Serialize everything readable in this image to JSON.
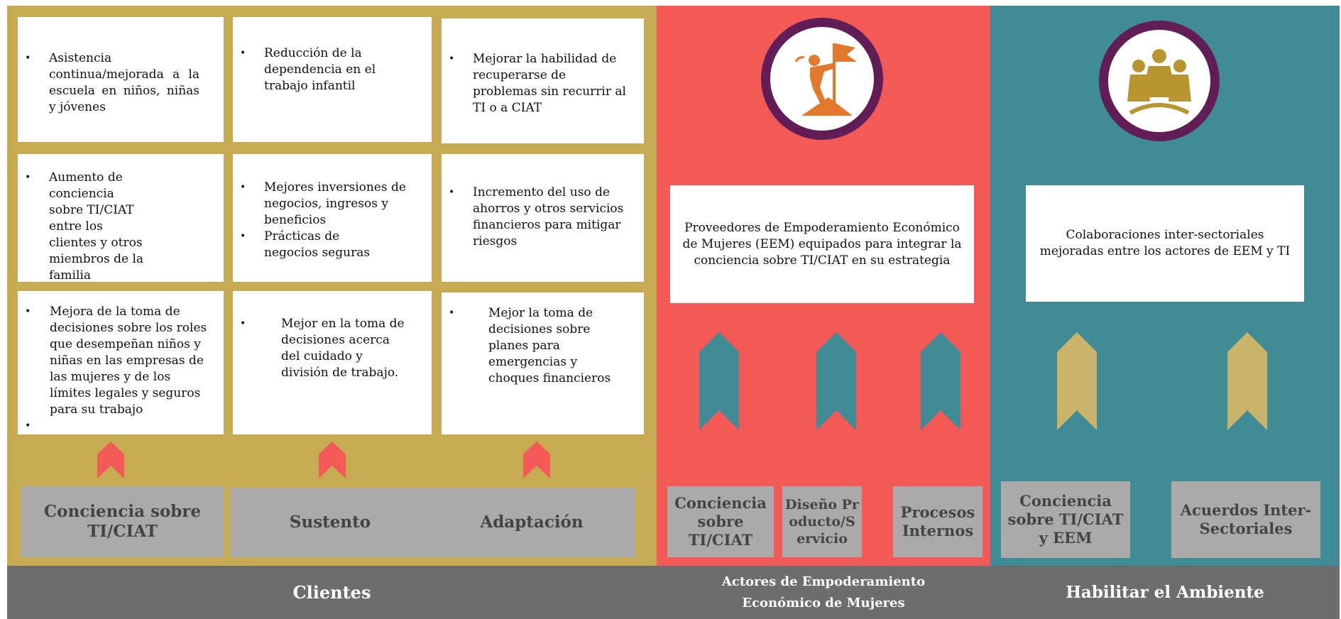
{
  "colors": {
    "clientes_bg": "#c6ab53",
    "actores_bg": "#f35a57",
    "ambiente_bg": "#3f8c97",
    "footer_bg": "#6d6d6d",
    "box_gray": "#aaaaaa",
    "circle_ring": "#611d55",
    "chevron_teal": "#3f8c97",
    "chevron_gold": "#c9b46a",
    "chevron_red": "#f35a57",
    "icon_orange": "#e1782c",
    "icon_gold": "#b8952e"
  },
  "clientes": {
    "footer": "Clientes",
    "boxes": [
      [
        "Asistencia continua/mejorada a la escuela en niños, niñas y jóvenes"
      ],
      [
        "Reducción de la dependencia en el trabajo infantil"
      ],
      [
        "Mejorar la habilidad de recuperarse de problemas sin recurrir al TI o a CIAT"
      ],
      [
        "Aumento de conciencia sobre TI/CIAT entre los clientes y otros miembros de la familia"
      ],
      [
        "Mejores inversiones de negocios, ingresos y beneficios",
        "Prácticas de negocios seguras"
      ],
      [
        "Incremento del uso de ahorros y otros servicios financieros para mitigar riesgos"
      ],
      [
        "Mejora de la toma de decisiones sobre los roles que desempeñan niños y niñas en las empresas de las mujeres y de los límites legales y seguros para su trabajo",
        ""
      ],
      [
        "Mejor en la toma de decisiones acerca del cuidado y división de trabajo."
      ],
      [
        "Mejor la toma de decisiones sobre planes para emergencias y choques financieros"
      ]
    ],
    "categories": [
      "Conciencia sobre TI/CIAT",
      "Sustento",
      "Adaptación"
    ]
  },
  "actores": {
    "footer": "Actores de Empoderamiento Económico de Mujeres",
    "icon": "climber-flag-icon",
    "outcome": "Proveedores de Empoderamiento Económico de Mujeres (EEM) equipados para integrar la conciencia sobre TI/CIAT en su estrategia",
    "categories": [
      "Conciencia sobre TI/CIAT",
      "Diseño Producto/Servicio",
      "Procesos Internos"
    ]
  },
  "ambiente": {
    "footer": "Habilitar el Ambiente",
    "icon": "group-people-icon",
    "outcome": "Colaboraciones inter-sectoriales mejoradas entre los actores de EEM y TI",
    "categories": [
      "Conciencia sobre TI/CIAT y EEM",
      "Acuerdos Inter-Sectoriales"
    ]
  }
}
